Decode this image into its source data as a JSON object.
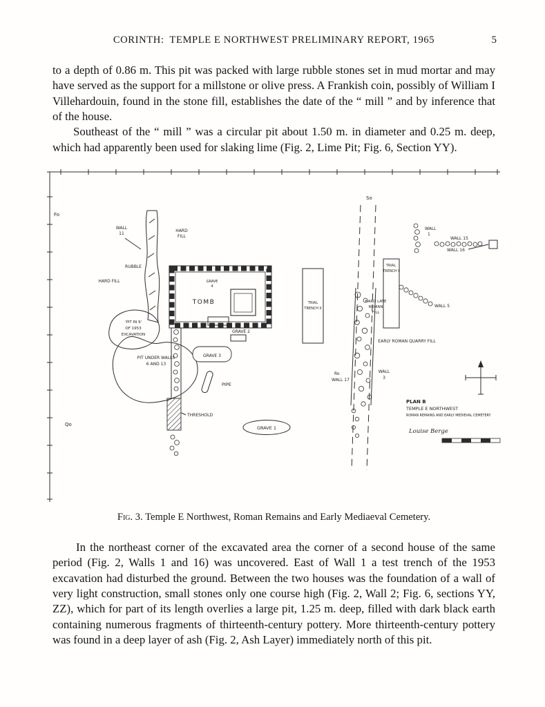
{
  "header": {
    "title": "CORINTH: TEMPLE E NORTHWEST PRELIMINARY REPORT, 1965",
    "page_number": "5"
  },
  "body": {
    "p1": "to a depth of 0.86 m. This pit was packed with large rubble stones set in mud mortar and may have served as the support for a millstone or olive press. A Frankish coin, possibly of William I Villehardouin, found in the stone fill, establishes the date of the “ mill ” and by inference that of the house.",
    "p2": "Southeast of the “ mill ” was a circular pit about 1.50 m. in diameter and 0.25 m. deep, which had apparently been used for slaking lime (Fig. 2, Lime Pit; Fig. 6, Section YY).",
    "p3": "In the northeast corner of the excavated area the corner of a second house of the same period (Fig. 2, Walls 1 and 16) was uncovered. East of Wall 1 a test trench of the 1953 excavation had disturbed the ground. Between the two houses was the foundation of a wall of very light construction, small stones only one course high (Fig. 2, Wall 2; Fig. 6, sections YY, ZZ), which for part of its length overlies a large pit, 1.25 m. deep, filled with dark black earth containing numerous fragments of thirteenth-century pottery. More thirteenth-century pottery was found in a deep layer of ash (Fig. 2, Ash Layer) immediately north of this pit."
  },
  "figure": {
    "caption_fig": "Fig. 3.",
    "caption_text": "Temple E Northwest, Roman Remains and Early Mediaeval Cemetery.",
    "labels": {
      "fo": "Fo",
      "qo": "Qo",
      "so": "So",
      "wall11_1": "WALL",
      "wall11_2": "11",
      "hard_fill_top_1": "HARD",
      "hard_fill_top_2": "FILL",
      "rubble": "RUBBLE",
      "hard_fill_left": "HARD FILL",
      "grave4_1": "GRAVE",
      "grave4_2": "4",
      "tomb": "TOMB",
      "grave2": "GRAVE 2",
      "pit1953_1": "'PIT IN 9'",
      "pit1953_2": "OF 1953",
      "pit1953_3": "EXCAVATION",
      "pit_under_1": "PIT UNDER WALLS",
      "pit_under_2": "6 AND 13",
      "grave3": "GRAVE 3",
      "pipe": "PIPE",
      "threshold": "THRESHOLD",
      "grave1": "GRAVE 1",
      "trench2_1": "TRIAL",
      "trench2_2": "TRENCH II",
      "trench1_1": "TRIAL",
      "trench1_2": "TRENCH I",
      "hard_late_1": "HARD LATE",
      "hard_late_2": "ROMAN",
      "hard_late_3": "FILL",
      "quarry": "EARLY ROMAN QUARRY FILL",
      "wall5": "WALL 5",
      "wall1_1": "WALL",
      "wall1_2": "1",
      "wall15": "WALL 15",
      "wall16": "WALL 16",
      "ro": "Ro",
      "wall17": "WALL 17",
      "wall3_1": "WALL",
      "wall3_2": "3",
      "plan_b": "PLAN B",
      "plan_title": "TEMPLE E NORTHWEST",
      "plan_sub": "ROMAN REMAINS AND EARLY MEDIEVAL CEMETERY",
      "signature": "Louise Berge"
    }
  }
}
